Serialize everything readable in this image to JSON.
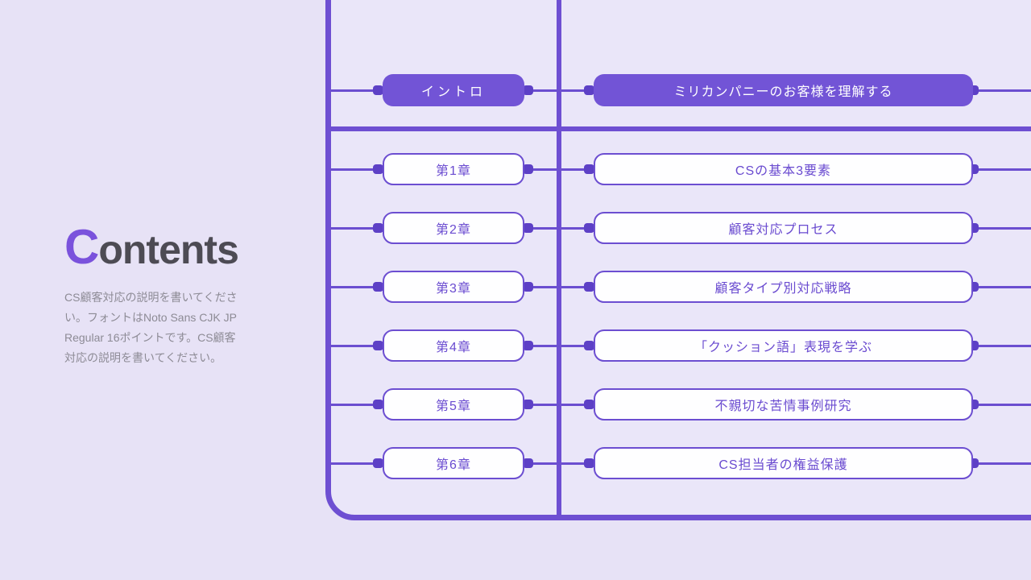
{
  "sidebar": {
    "title_initial": "C",
    "title_rest": "ontents",
    "description": "CS顧客対応の説明を書いてください。フォントはNoto Sans CJK JP Regular 16ポイントです。CS顧客対応の説明を書いてください。"
  },
  "toc": {
    "rows": [
      {
        "id": "intro",
        "style": "filled",
        "left": "イントロ",
        "right": "ミリカンパニーのお客様を理解する"
      },
      {
        "id": "ch1",
        "style": "outline",
        "left": "第1章",
        "right": "CSの基本3要素"
      },
      {
        "id": "ch2",
        "style": "outline",
        "left": "第2章",
        "right": "顧客対応プロセス"
      },
      {
        "id": "ch3",
        "style": "outline",
        "left": "第3章",
        "right": "顧客タイプ別対応戦略"
      },
      {
        "id": "ch4",
        "style": "outline",
        "left": "第4章",
        "right": "「クッション語」表現を学ぶ"
      },
      {
        "id": "ch5",
        "style": "outline",
        "left": "第5章",
        "right": "不親切な苦情事例研究"
      },
      {
        "id": "ch6",
        "style": "outline",
        "left": "第6章",
        "right": "CS担当者の権益保護"
      }
    ]
  },
  "colors": {
    "background": "#e7e2f6",
    "panel_fill": "#eae6f9",
    "line_purple": "#6e4fd2",
    "filled_box_purple": "#7254d6",
    "nub_purple": "#5d40c6",
    "box_text_purple": "#6a4bd0",
    "title_accent": "#7a52dc",
    "title_gray": "#4d4b54",
    "description_gray": "#8d8b95"
  }
}
